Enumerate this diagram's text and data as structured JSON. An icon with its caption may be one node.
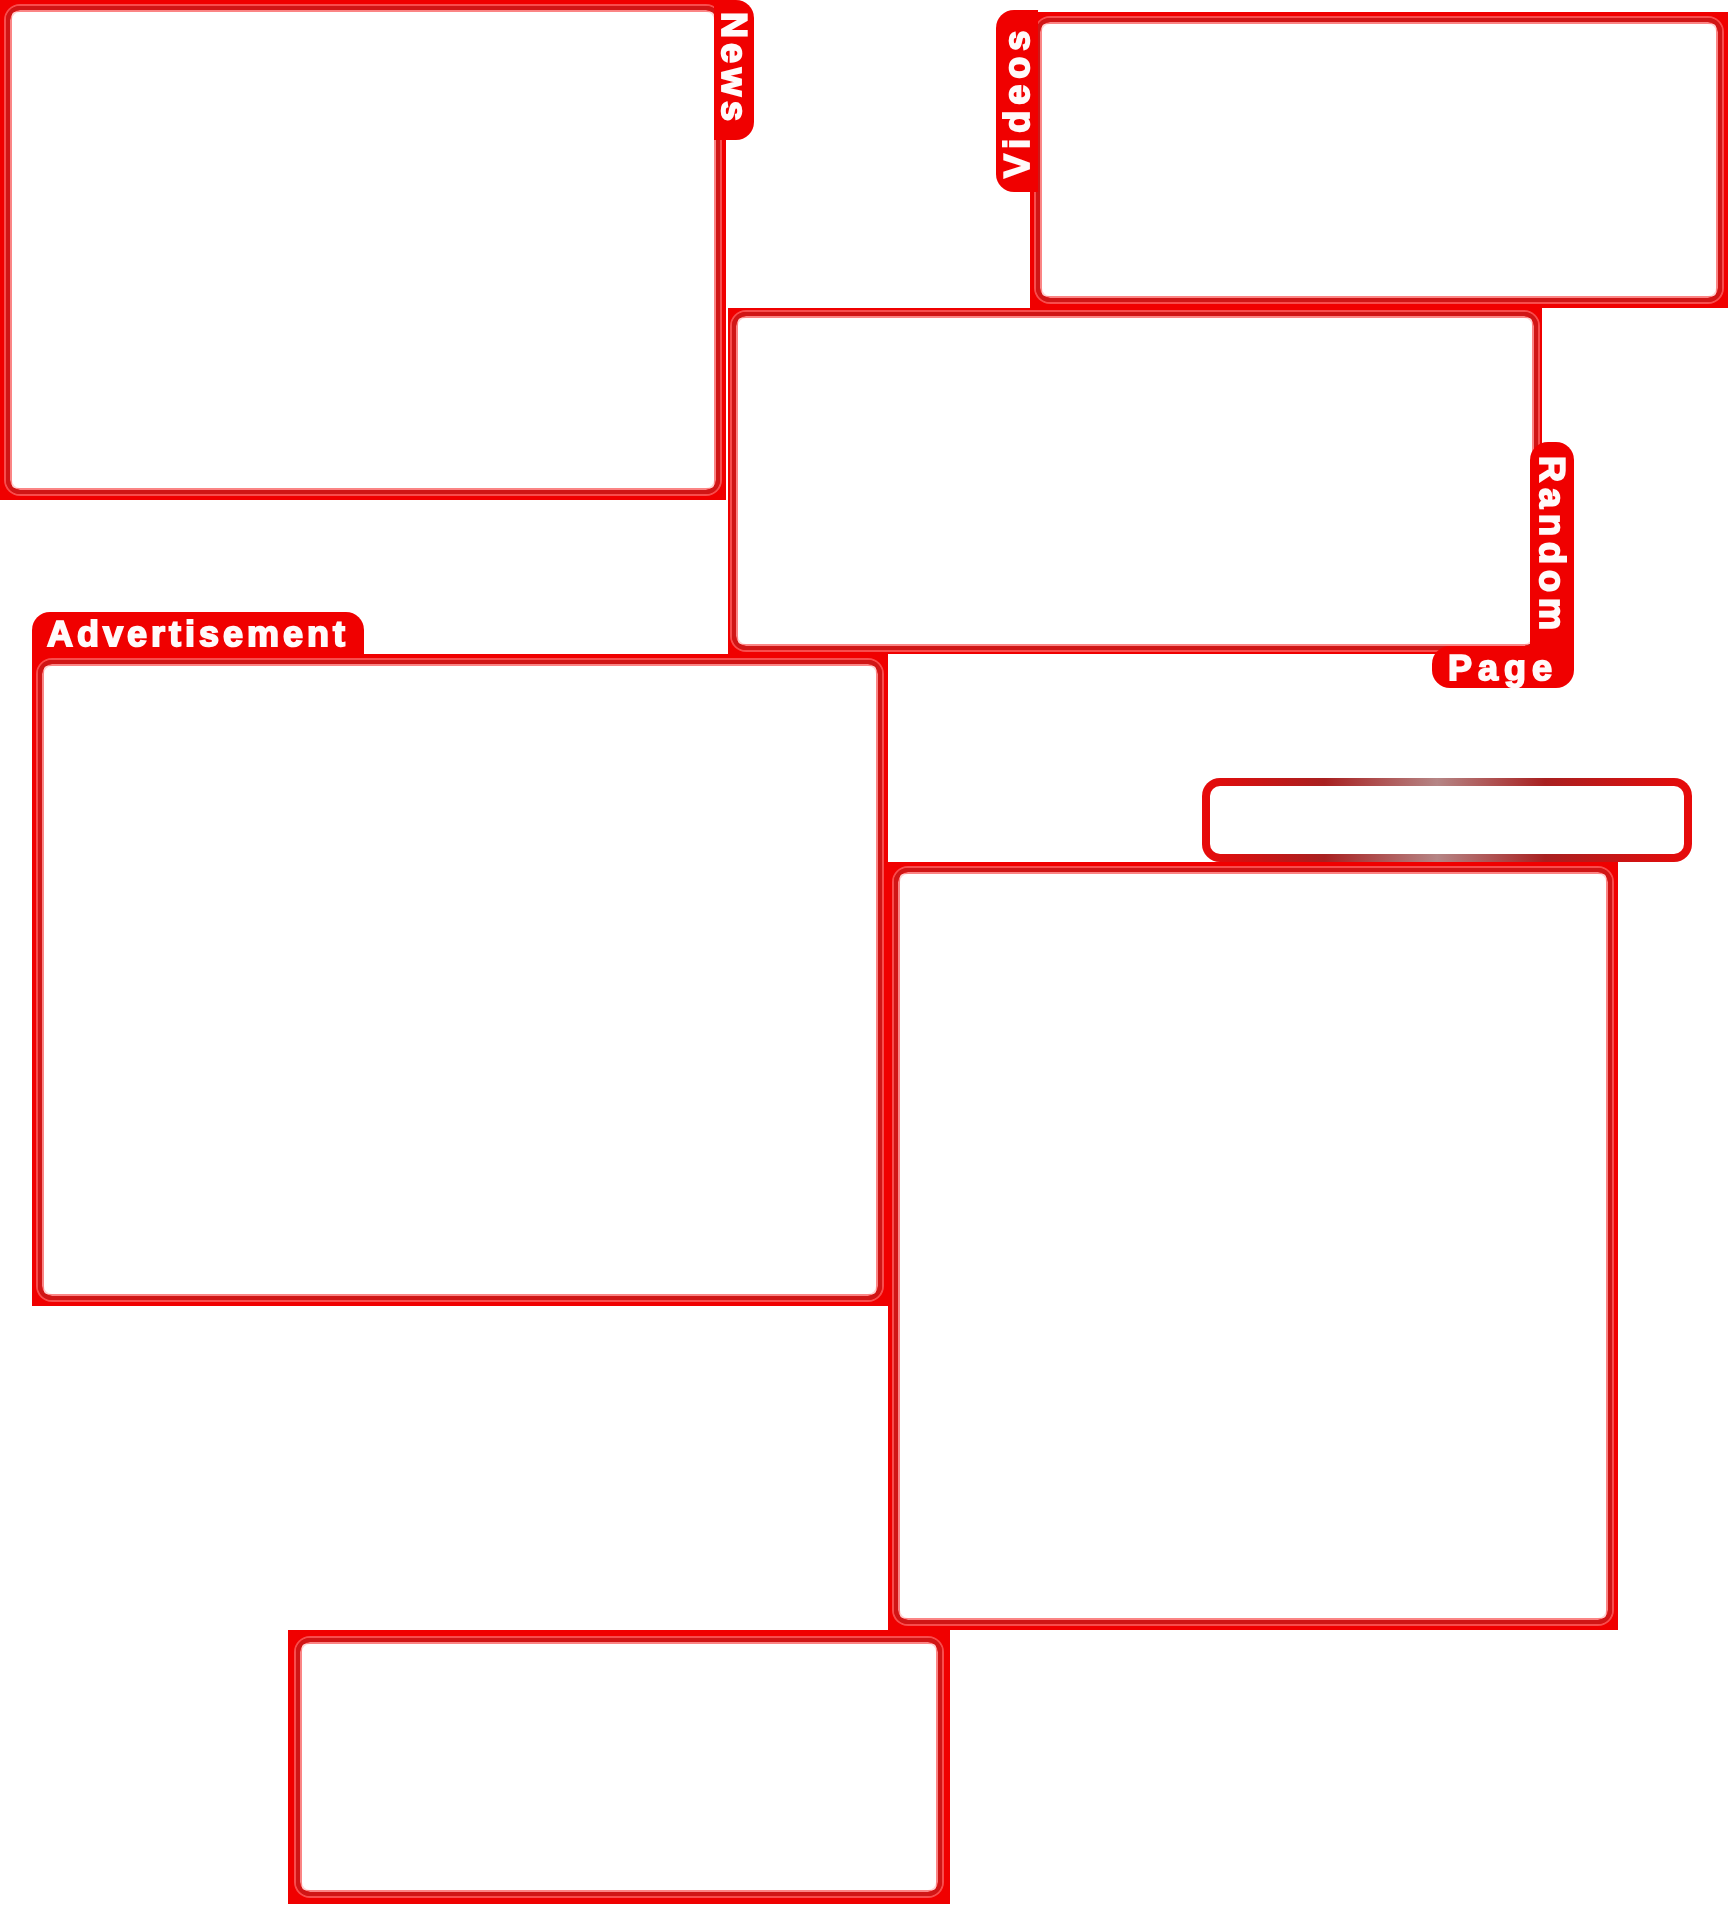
{
  "diagram": {
    "nodes": [
      {
        "text": [
          "News"
        ]
      },
      {
        "text": [
          "Videos"
        ]
      },
      {
        "text": [
          "Random",
          "Page"
        ]
      },
      {
        "text": [
          "Advertisement"
        ]
      },
      {
        "text": [],
        "shape": "box"
      },
      {
        "text": [],
        "shape": "box"
      },
      {
        "text": [],
        "shape": "box"
      }
    ]
  }
}
